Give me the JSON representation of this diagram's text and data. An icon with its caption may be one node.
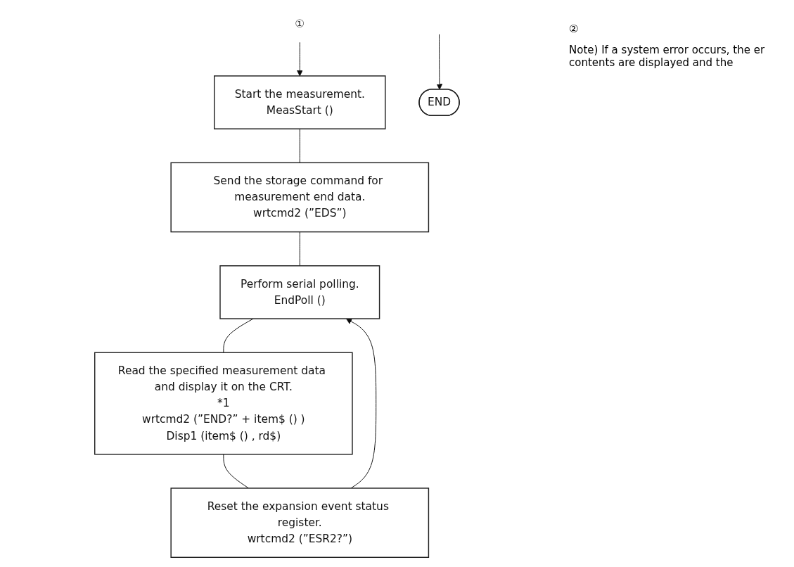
{
  "diagram": {
    "nodes": [
      {
        "text": [
          "①"
        ]
      },
      {
        "text": [
          "Start the measurement.",
          "MeasStart ()"
        ]
      },
      {
        "text": [
          "Send the storage command for measurement end data.",
          "wrtcmd2 (”EDS”)"
        ]
      },
      {
        "text": [
          "Perform serial polling.",
          "EndPoll ()"
        ]
      },
      {
        "text": [
          "Read the specified measurement data and display it on the CRT.",
          "*1",
          "wrtcmd2 (”END?” + item$ () )",
          "Disp1 (item$ () , rd$)"
        ]
      },
      {
        "text": [
          "Reset the expansion event status register.",
          "wrtcmd2 (”ESR2?”)"
        ]
      },
      {
        "text": [
          "END"
        ]
      }
    ],
    "edges": [
      {
        "from": 0,
        "to": 1,
        "arrow": "to"
      },
      {
        "from": 1,
        "to": 2,
        "arrow": "none"
      },
      {
        "from": 2,
        "to": 3,
        "arrow": "none"
      },
      {
        "from": 5,
        "to": 3,
        "arrow": "to"
      },
      {
        "from": 3,
        "to": 4,
        "arrow": "none"
      },
      {
        "from": 4,
        "to": 5,
        "arrow": "none"
      },
      {
        "from": null,
        "to": 6,
        "arrow": "to"
      }
    ],
    "labels": [
      "②",
      "Note) If a system error occurs, the er contents are displayed and the"
    ]
  }
}
